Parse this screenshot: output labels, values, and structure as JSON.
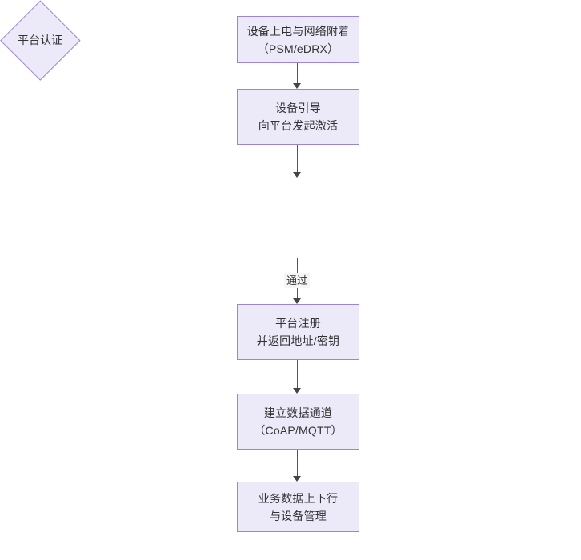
{
  "diagram": {
    "type": "flowchart",
    "orientation": "top-to-bottom",
    "background_color": "#ffffff",
    "node_fill_color": "#ece9f8",
    "node_border_color": "#9f84d4",
    "connector_color": "#555555",
    "text_color": "#333333",
    "nodes": [
      {
        "id": "power-attach",
        "shape": "rectangle",
        "lines": [
          "设备上电与网络附着",
          "（PSM/eDRX）"
        ]
      },
      {
        "id": "bootstrap",
        "shape": "rectangle",
        "lines": [
          "设备引导",
          "向平台发起激活"
        ]
      },
      {
        "id": "auth-decision",
        "shape": "diamond",
        "lines": [
          "平台认证"
        ]
      },
      {
        "id": "register",
        "shape": "rectangle",
        "lines": [
          "平台注册",
          "并返回地址/密钥"
        ]
      },
      {
        "id": "data-channel",
        "shape": "rectangle",
        "lines": [
          "建立数据通道",
          "（CoAP/MQTT）"
        ]
      },
      {
        "id": "business-data",
        "shape": "rectangle",
        "lines": [
          "业务数据上下行",
          "与设备管理"
        ]
      }
    ],
    "edges": [
      {
        "id": "power-to-bootstrap",
        "from": "power-attach",
        "to": "bootstrap",
        "label": ""
      },
      {
        "id": "bootstrap-to-auth",
        "from": "bootstrap",
        "to": "auth-decision",
        "label": ""
      },
      {
        "id": "auth-to-register",
        "from": "auth-decision",
        "to": "register",
        "label": "通过"
      },
      {
        "id": "register-to-channel",
        "from": "register",
        "to": "data-channel",
        "label": ""
      },
      {
        "id": "channel-to-business",
        "from": "data-channel",
        "to": "business-data",
        "label": ""
      }
    ]
  }
}
